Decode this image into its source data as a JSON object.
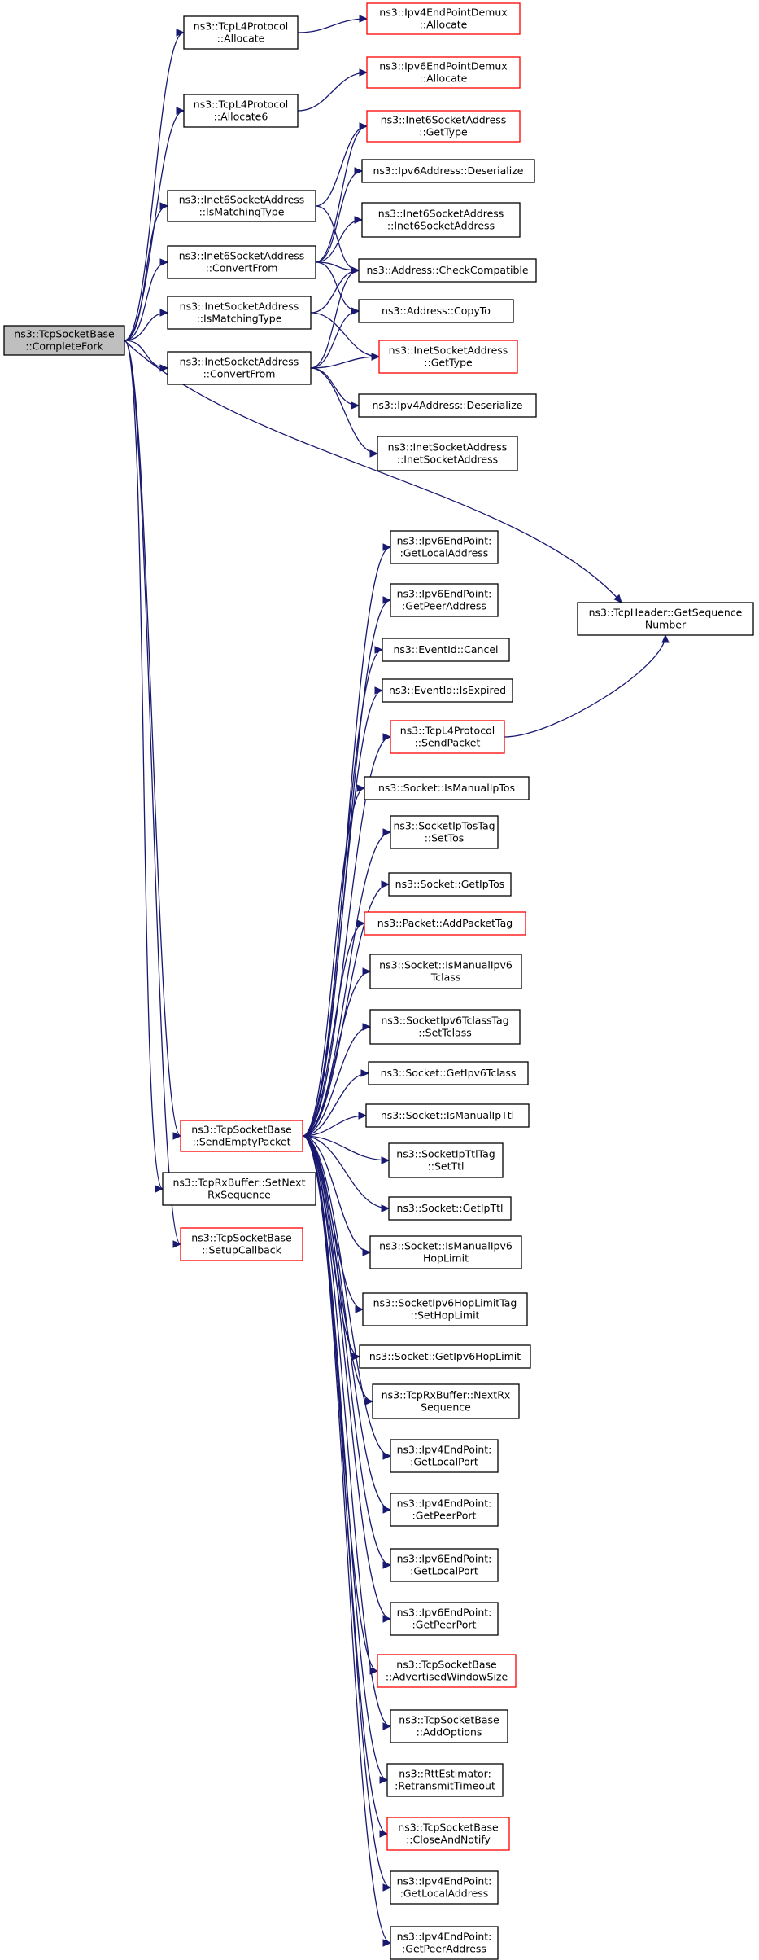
{
  "graph": {
    "nodes": [
      {
        "id": "root",
        "lines": [
          "ns3::TcpSocketBase",
          "::CompleteFork"
        ],
        "style": "root"
      },
      {
        "id": "tcpl4_allocate",
        "lines": [
          "ns3::TcpL4Protocol",
          "::Allocate"
        ],
        "style": "normal"
      },
      {
        "id": "ipv4epd_allocate",
        "lines": [
          "ns3::Ipv4EndPointDemux",
          "::Allocate"
        ],
        "style": "red"
      },
      {
        "id": "tcpl4_allocate6",
        "lines": [
          "ns3::TcpL4Protocol",
          "::Allocate6"
        ],
        "style": "normal"
      },
      {
        "id": "ipv6epd_allocate",
        "lines": [
          "ns3::Ipv6EndPointDemux",
          "::Allocate"
        ],
        "style": "red"
      },
      {
        "id": "inet6_gettype",
        "lines": [
          "ns3::Inet6SocketAddress",
          "::GetType"
        ],
        "style": "red"
      },
      {
        "id": "ipv6addr_deser",
        "lines": [
          "ns3::Ipv6Address::Deserialize"
        ],
        "style": "normal"
      },
      {
        "id": "inet6_ismatching",
        "lines": [
          "ns3::Inet6SocketAddress",
          "::IsMatchingType"
        ],
        "style": "normal"
      },
      {
        "id": "inet6_ctor",
        "lines": [
          "ns3::Inet6SocketAddress",
          "::Inet6SocketAddress"
        ],
        "style": "normal"
      },
      {
        "id": "inet6_convert",
        "lines": [
          "ns3::Inet6SocketAddress",
          "::ConvertFrom"
        ],
        "style": "normal"
      },
      {
        "id": "addr_checkcompat",
        "lines": [
          "ns3::Address::CheckCompatible"
        ],
        "style": "normal"
      },
      {
        "id": "inet_ismatching",
        "lines": [
          "ns3::InetSocketAddress",
          "::IsMatchingType"
        ],
        "style": "normal"
      },
      {
        "id": "addr_copyto",
        "lines": [
          "ns3::Address::CopyTo"
        ],
        "style": "normal"
      },
      {
        "id": "inet_convert",
        "lines": [
          "ns3::InetSocketAddress",
          "::ConvertFrom"
        ],
        "style": "normal"
      },
      {
        "id": "inet_gettype",
        "lines": [
          "ns3::InetSocketAddress",
          "::GetType"
        ],
        "style": "red"
      },
      {
        "id": "ipv4addr_deser",
        "lines": [
          "ns3::Ipv4Address::Deserialize"
        ],
        "style": "normal"
      },
      {
        "id": "inet_ctor",
        "lines": [
          "ns3::InetSocketAddress",
          "::InetSocketAddress"
        ],
        "style": "normal"
      },
      {
        "id": "ipv6ep_getlocaladdr",
        "lines": [
          "ns3::Ipv6EndPoint:",
          ":GetLocalAddress"
        ],
        "style": "normal"
      },
      {
        "id": "ipv6ep_getpeeraddr",
        "lines": [
          "ns3::Ipv6EndPoint:",
          ":GetPeerAddress"
        ],
        "style": "normal"
      },
      {
        "id": "tcpheader_getseq",
        "lines": [
          "ns3::TcpHeader::GetSequence",
          "Number"
        ],
        "style": "normal"
      },
      {
        "id": "eventid_cancel",
        "lines": [
          "ns3::EventId::Cancel"
        ],
        "style": "normal"
      },
      {
        "id": "eventid_isexpired",
        "lines": [
          "ns3::EventId::IsExpired"
        ],
        "style": "normal"
      },
      {
        "id": "tcpl4_sendpacket",
        "lines": [
          "ns3::TcpL4Protocol",
          "::SendPacket"
        ],
        "style": "red"
      },
      {
        "id": "socket_ismanualiptos",
        "lines": [
          "ns3::Socket::IsManualIpTos"
        ],
        "style": "normal"
      },
      {
        "id": "sockiptostag_settos",
        "lines": [
          "ns3::SocketIpTosTag",
          "::SetTos"
        ],
        "style": "normal"
      },
      {
        "id": "socket_getiptos",
        "lines": [
          "ns3::Socket::GetIpTos"
        ],
        "style": "normal"
      },
      {
        "id": "packet_addpackettag",
        "lines": [
          "ns3::Packet::AddPacketTag"
        ],
        "style": "red"
      },
      {
        "id": "socket_ismanualipv6tclass",
        "lines": [
          "ns3::Socket::IsManualIpv6",
          "Tclass"
        ],
        "style": "normal"
      },
      {
        "id": "sockipv6tclasstag_settclass",
        "lines": [
          "ns3::SocketIpv6TclassTag",
          "::SetTclass"
        ],
        "style": "normal"
      },
      {
        "id": "socket_getipv6tclass",
        "lines": [
          "ns3::Socket::GetIpv6Tclass"
        ],
        "style": "normal"
      },
      {
        "id": "socket_ismanualipttl",
        "lines": [
          "ns3::Socket::IsManualIpTtl"
        ],
        "style": "normal"
      },
      {
        "id": "tcpsb_sendempty",
        "lines": [
          "ns3::TcpSocketBase",
          "::SendEmptyPacket"
        ],
        "style": "red"
      },
      {
        "id": "sockipttltag_setttl",
        "lines": [
          "ns3::SocketIpTtlTag",
          "::SetTtl"
        ],
        "style": "normal"
      },
      {
        "id": "tcprxbuf_setnextrxseq",
        "lines": [
          "ns3::TcpRxBuffer::SetNext",
          "RxSequence"
        ],
        "style": "normal"
      },
      {
        "id": "socket_getipttl",
        "lines": [
          "ns3::Socket::GetIpTtl"
        ],
        "style": "normal"
      },
      {
        "id": "tcpsb_setupcallback",
        "lines": [
          "ns3::TcpSocketBase",
          "::SetupCallback"
        ],
        "style": "red"
      },
      {
        "id": "socket_ismanualipv6hoplimit",
        "lines": [
          "ns3::Socket::IsManualIpv6",
          "HopLimit"
        ],
        "style": "normal"
      },
      {
        "id": "sockipv6hoplimittag_sethoplimit",
        "lines": [
          "ns3::SocketIpv6HopLimitTag",
          "::SetHopLimit"
        ],
        "style": "normal"
      },
      {
        "id": "socket_getipv6hoplimit",
        "lines": [
          "ns3::Socket::GetIpv6HopLimit"
        ],
        "style": "normal"
      },
      {
        "id": "tcprxbuf_nextrxseq",
        "lines": [
          "ns3::TcpRxBuffer::NextRx",
          "Sequence"
        ],
        "style": "normal"
      },
      {
        "id": "ipv4ep_getlocalport",
        "lines": [
          "ns3::Ipv4EndPoint:",
          ":GetLocalPort"
        ],
        "style": "normal"
      },
      {
        "id": "ipv4ep_getpeerport",
        "lines": [
          "ns3::Ipv4EndPoint:",
          ":GetPeerPort"
        ],
        "style": "normal"
      },
      {
        "id": "ipv6ep_getlocalport",
        "lines": [
          "ns3::Ipv6EndPoint:",
          ":GetLocalPort"
        ],
        "style": "normal"
      },
      {
        "id": "ipv6ep_getpeerport",
        "lines": [
          "ns3::Ipv6EndPoint:",
          ":GetPeerPort"
        ],
        "style": "normal"
      },
      {
        "id": "tcpsb_advwindowsize",
        "lines": [
          "ns3::TcpSocketBase",
          "::AdvertisedWindowSize"
        ],
        "style": "red"
      },
      {
        "id": "tcpsb_addoptions",
        "lines": [
          "ns3::TcpSocketBase",
          "::AddOptions"
        ],
        "style": "normal"
      },
      {
        "id": "rttest_retxtimeout",
        "lines": [
          "ns3::RttEstimator:",
          ":RetransmitTimeout"
        ],
        "style": "normal"
      },
      {
        "id": "tcpsb_closeandnotify",
        "lines": [
          "ns3::TcpSocketBase",
          "::CloseAndNotify"
        ],
        "style": "red"
      },
      {
        "id": "ipv4ep_getlocaladdr",
        "lines": [
          "ns3::Ipv4EndPoint:",
          ":GetLocalAddress"
        ],
        "style": "normal"
      },
      {
        "id": "ipv4ep_getpeeraddr",
        "lines": [
          "ns3::Ipv4EndPoint:",
          ":GetPeerAddress"
        ],
        "style": "normal"
      }
    ],
    "edges": [
      [
        "root",
        "tcpl4_allocate"
      ],
      [
        "root",
        "tcpl4_allocate6"
      ],
      [
        "root",
        "inet6_ismatching"
      ],
      [
        "root",
        "inet6_convert"
      ],
      [
        "root",
        "inet_ismatching"
      ],
      [
        "root",
        "inet_convert"
      ],
      [
        "root",
        "tcpheader_getseq"
      ],
      [
        "root",
        "tcpsb_sendempty"
      ],
      [
        "root",
        "tcprxbuf_setnextrxseq"
      ],
      [
        "root",
        "tcpsb_setupcallback"
      ],
      [
        "tcpl4_allocate",
        "ipv4epd_allocate"
      ],
      [
        "tcpl4_allocate6",
        "ipv6epd_allocate"
      ],
      [
        "inet6_ismatching",
        "inet6_gettype"
      ],
      [
        "inet6_ismatching",
        "addr_checkcompat"
      ],
      [
        "inet6_convert",
        "inet6_gettype"
      ],
      [
        "inet6_convert",
        "ipv6addr_deser"
      ],
      [
        "inet6_convert",
        "inet6_ctor"
      ],
      [
        "inet6_convert",
        "addr_checkcompat"
      ],
      [
        "inet6_convert",
        "addr_copyto"
      ],
      [
        "inet_ismatching",
        "addr_checkcompat"
      ],
      [
        "inet_ismatching",
        "inet_gettype"
      ],
      [
        "inet_convert",
        "addr_checkcompat"
      ],
      [
        "inet_convert",
        "addr_copyto"
      ],
      [
        "inet_convert",
        "inet_gettype"
      ],
      [
        "inet_convert",
        "ipv4addr_deser"
      ],
      [
        "inet_convert",
        "inet_ctor"
      ],
      [
        "tcpsb_sendempty",
        "ipv6ep_getlocaladdr"
      ],
      [
        "tcpsb_sendempty",
        "ipv6ep_getpeeraddr"
      ],
      [
        "tcpsb_sendempty",
        "eventid_cancel"
      ],
      [
        "tcpsb_sendempty",
        "eventid_isexpired"
      ],
      [
        "tcpsb_sendempty",
        "tcpl4_sendpacket"
      ],
      [
        "tcpsb_sendempty",
        "socket_ismanualiptos"
      ],
      [
        "tcpsb_sendempty",
        "sockiptostag_settos"
      ],
      [
        "tcpsb_sendempty",
        "socket_getiptos"
      ],
      [
        "tcpsb_sendempty",
        "packet_addpackettag"
      ],
      [
        "tcpsb_sendempty",
        "socket_ismanualipv6tclass"
      ],
      [
        "tcpsb_sendempty",
        "sockipv6tclasstag_settclass"
      ],
      [
        "tcpsb_sendempty",
        "socket_getipv6tclass"
      ],
      [
        "tcpsb_sendempty",
        "socket_ismanualipttl"
      ],
      [
        "tcpsb_sendempty",
        "sockipttltag_setttl"
      ],
      [
        "tcpsb_sendempty",
        "socket_getipttl"
      ],
      [
        "tcpsb_sendempty",
        "socket_ismanualipv6hoplimit"
      ],
      [
        "tcpsb_sendempty",
        "sockipv6hoplimittag_sethoplimit"
      ],
      [
        "tcpsb_sendempty",
        "socket_getipv6hoplimit"
      ],
      [
        "tcpsb_sendempty",
        "tcprxbuf_nextrxseq"
      ],
      [
        "tcpsb_sendempty",
        "ipv4ep_getlocalport"
      ],
      [
        "tcpsb_sendempty",
        "ipv4ep_getpeerport"
      ],
      [
        "tcpsb_sendempty",
        "ipv6ep_getlocalport"
      ],
      [
        "tcpsb_sendempty",
        "ipv6ep_getpeerport"
      ],
      [
        "tcpsb_sendempty",
        "tcpsb_advwindowsize"
      ],
      [
        "tcpsb_sendempty",
        "tcpsb_addoptions"
      ],
      [
        "tcpsb_sendempty",
        "rttest_retxtimeout"
      ],
      [
        "tcpsb_sendempty",
        "tcpsb_closeandnotify"
      ],
      [
        "tcpsb_sendempty",
        "ipv4ep_getlocaladdr"
      ],
      [
        "tcpsb_sendempty",
        "ipv4ep_getpeeraddr"
      ],
      [
        "tcpl4_sendpacket",
        "tcpheader_getseq"
      ]
    ]
  }
}
